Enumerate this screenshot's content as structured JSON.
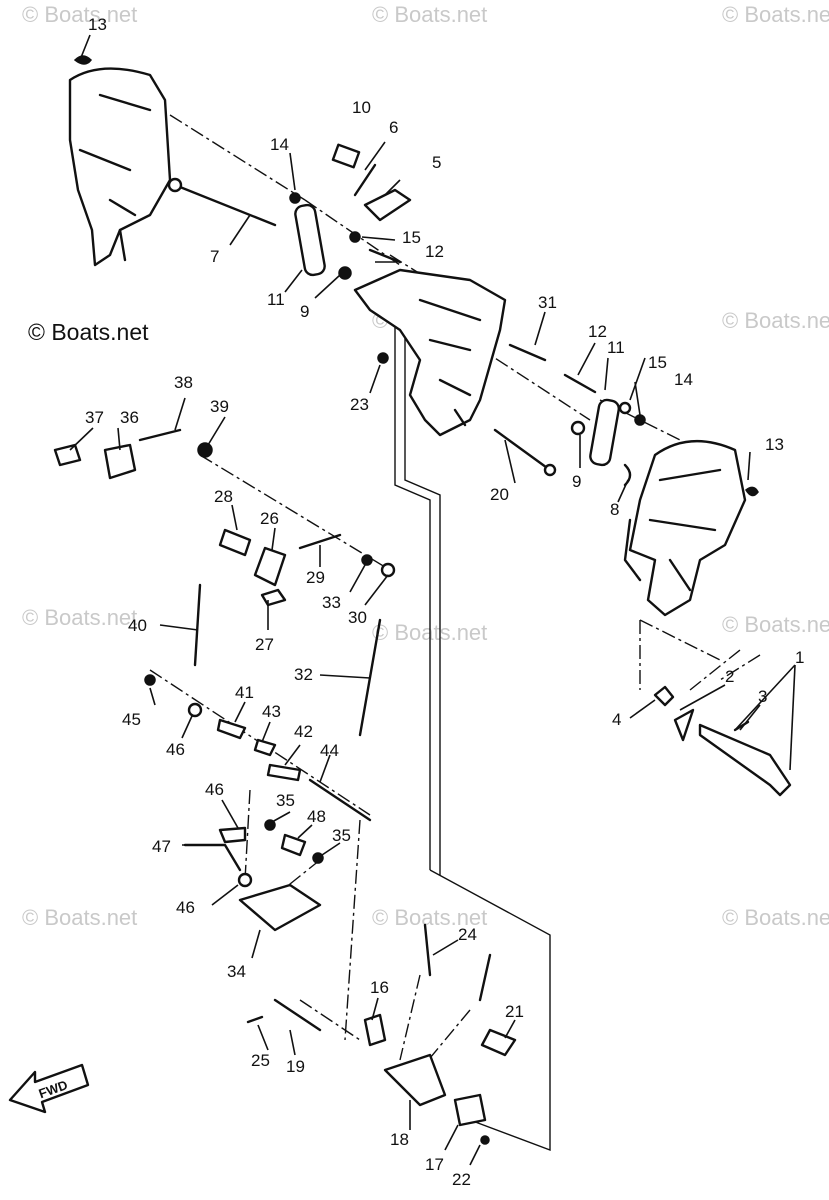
{
  "watermarks": [
    "© Boats.net",
    "© Boats.net",
    "© Boats.net",
    "© Boats.net",
    "© Boats.net",
    "© Boats.net",
    "© Boats.net",
    "© Boats.net",
    "© Boats.net",
    "© Boats.net",
    "© Boats.net",
    "© Boats.net"
  ],
  "direction_label": "FWD",
  "callouts": {
    "p1": "1",
    "p2": "2",
    "p3": "3",
    "p4": "4",
    "p5": "5",
    "p6": "6",
    "p7": "7",
    "p8": "8",
    "p9a": "9",
    "p9b": "9",
    "p10": "10",
    "p11a": "11",
    "p11b": "11",
    "p12a": "12",
    "p12b": "12",
    "p13a": "13",
    "p13b": "13",
    "p14a": "14",
    "p14b": "14",
    "p15a": "15",
    "p15b": "15",
    "p16": "16",
    "p17": "17",
    "p18": "18",
    "p19": "19",
    "p20": "20",
    "p21": "21",
    "p22": "22",
    "p23": "23",
    "p24": "24",
    "p25": "25",
    "p26": "26",
    "p27": "27",
    "p28": "28",
    "p29": "29",
    "p30": "30",
    "p31": "31",
    "p32": "32",
    "p33": "33",
    "p34": "34",
    "p35a": "35",
    "p35b": "35",
    "p36": "36",
    "p37": "37",
    "p38": "38",
    "p39": "39",
    "p40": "40",
    "p41": "41",
    "p42": "42",
    "p43": "43",
    "p44": "44",
    "p45": "45",
    "p46a": "46",
    "p46b": "46",
    "p46c": "46",
    "p47": "47",
    "p48": "48"
  }
}
